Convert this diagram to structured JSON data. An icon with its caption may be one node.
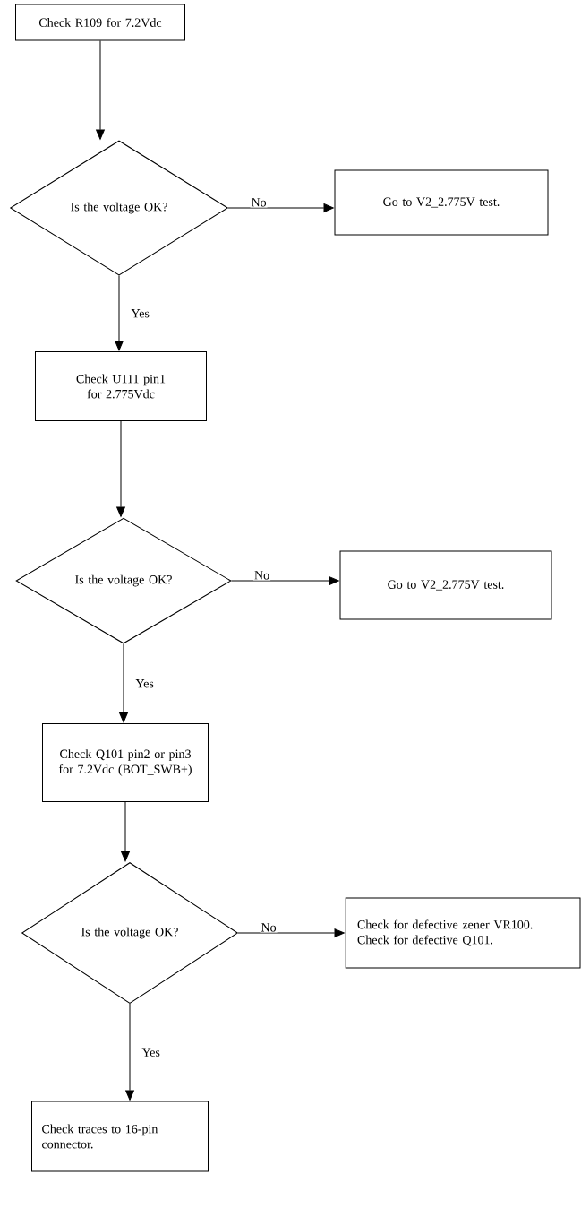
{
  "diagram": {
    "nodes": [
      {
        "text": [
          "Check R109 for 7.2Vdc"
        ]
      },
      {
        "text": [
          "Is the voltage OK?"
        ]
      },
      {
        "text": [
          "Go to V2_2.775V test."
        ]
      },
      {
        "text": [
          "Check U111 pin1 for 2.775Vdc"
        ]
      },
      {
        "text": [
          "Is the voltage OK?"
        ]
      },
      {
        "text": [
          "Go to V2_2.775V test."
        ]
      },
      {
        "text": [
          "Check Q101 pin2 or pin3 for 7.2Vdc (BOT_SWB+)"
        ]
      },
      {
        "text": [
          "Is the voltage OK?"
        ]
      },
      {
        "text": [
          "Check for defective zener VR100.",
          "Check for defective Q101."
        ]
      },
      {
        "text": [
          "Check traces to 16-pin connector."
        ]
      }
    ],
    "edges": [
      {
        "from": 0,
        "to": 1,
        "arrow": "to"
      },
      {
        "from": 1,
        "to": 2,
        "arrow": "to",
        "label": "No"
      },
      {
        "from": 1,
        "to": 3,
        "arrow": "to",
        "label": "Yes"
      },
      {
        "from": 3,
        "to": 4,
        "arrow": "to"
      },
      {
        "from": 4,
        "to": 5,
        "arrow": "to",
        "label": "No"
      },
      {
        "from": 4,
        "to": 6,
        "arrow": "to",
        "label": "Yes"
      },
      {
        "from": 6,
        "to": 7,
        "arrow": "to"
      },
      {
        "from": 7,
        "to": 8,
        "arrow": "to",
        "label": "No"
      },
      {
        "from": 7,
        "to": 9,
        "arrow": "to",
        "label": "Yes"
      }
    ]
  }
}
